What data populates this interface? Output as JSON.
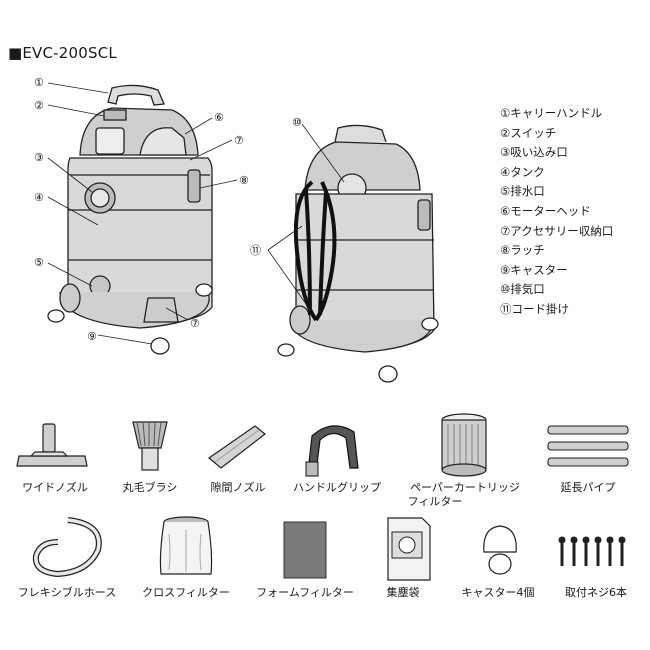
{
  "model": "■EVC-200SCL",
  "callout_numbers": [
    "①",
    "②",
    "③",
    "④",
    "⑤",
    "⑥",
    "⑦",
    "⑧",
    "⑨",
    "⑩",
    "⑪"
  ],
  "parts": [
    "①キャリーハンドル",
    "②スイッチ",
    "③吸い込み口",
    "④タンク",
    "⑤排水口",
    "⑥モーターヘッド",
    "⑦アクセサリー収納口",
    "⑧ラッチ",
    "⑨キャスター",
    "⑩排気口",
    "⑪コード掛け"
  ],
  "accessories": [
    {
      "label": "ワイドノズル",
      "icon": "wide-nozzle-icon"
    },
    {
      "label": "丸毛ブラシ",
      "icon": "round-brush-icon"
    },
    {
      "label": "隙間ノズル",
      "icon": "crevice-nozzle-icon"
    },
    {
      "label": "ハンドルグリップ",
      "icon": "handle-grip-icon"
    },
    {
      "label": "ペーパーカートリッジ",
      "label2": "フィルター",
      "icon": "paper-cartridge-filter-icon"
    },
    {
      "label": "延長パイプ",
      "icon": "extension-pipe-icon"
    },
    {
      "label": "フレキシブルホース",
      "icon": "flexible-hose-icon"
    },
    {
      "label": "クロスフィルター",
      "icon": "cloth-filter-icon"
    },
    {
      "label": "フォームフィルター",
      "icon": "foam-filter-icon"
    },
    {
      "label": "集塵袋",
      "icon": "dust-bag-icon"
    },
    {
      "label": "キャスター4個",
      "icon": "caster-icon"
    },
    {
      "label": "取付ネジ6本",
      "icon": "screw-icon"
    }
  ]
}
